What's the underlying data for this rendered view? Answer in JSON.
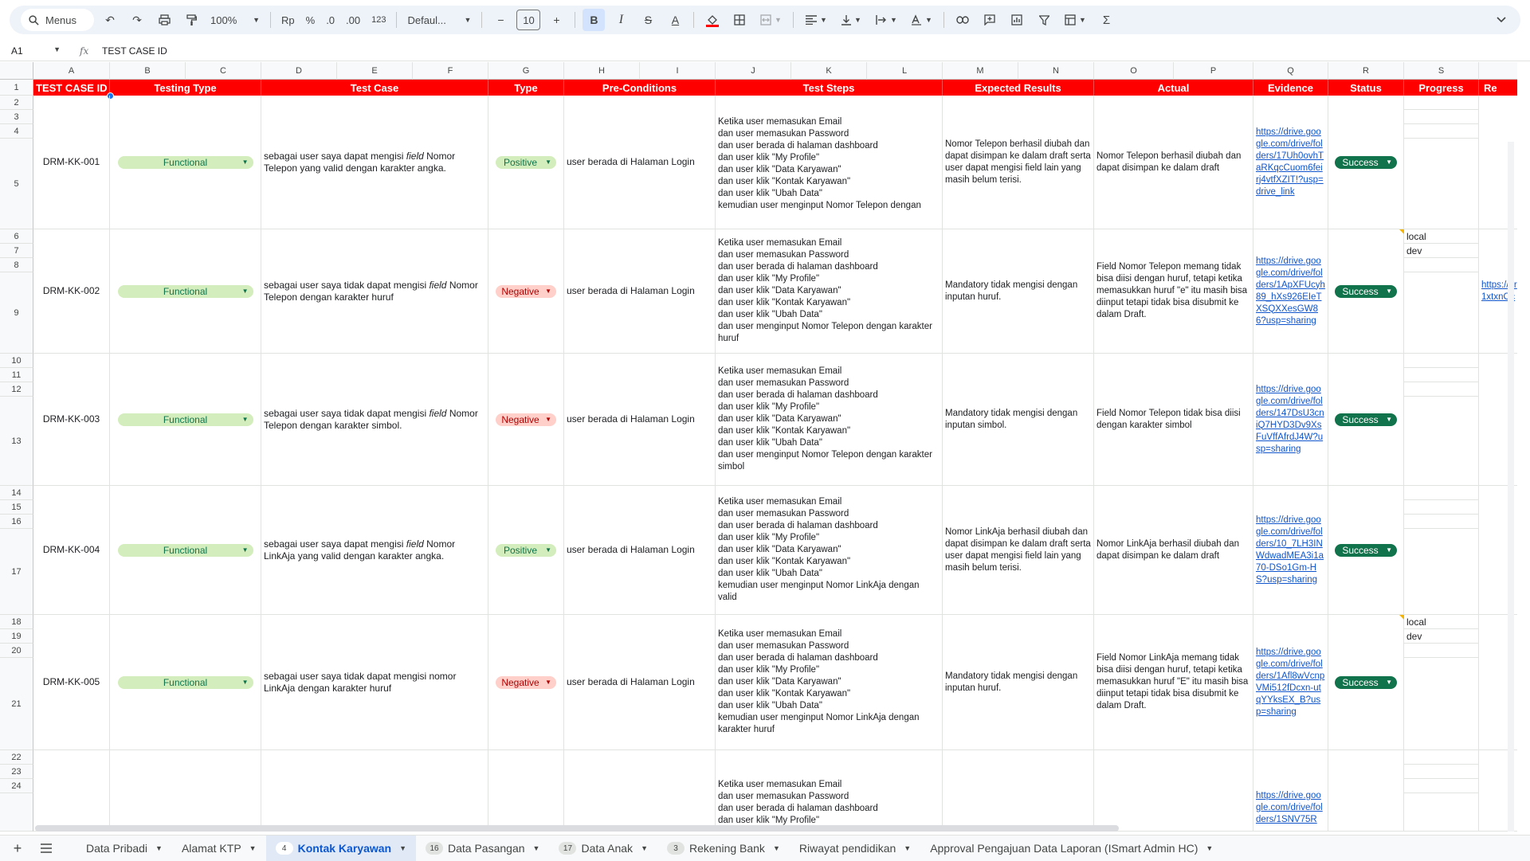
{
  "toolbar": {
    "search_label": "Menus",
    "zoom": "100%",
    "currency": "Rp",
    "percent": "%",
    "dec_decrease": ".0",
    "dec_increase": ".00",
    "number_format": "123",
    "font": "Defaul...",
    "font_size": "10",
    "bold": "B",
    "italic": "I",
    "strike": "S",
    "text_color": "A"
  },
  "formula_bar": {
    "cell_ref": "A1",
    "fx": "fx",
    "content": "TEST CASE ID"
  },
  "columns": [
    "A",
    "B",
    "C",
    "D",
    "E",
    "F",
    "G",
    "H",
    "I",
    "J",
    "K",
    "L",
    "M",
    "N",
    "O",
    "P",
    "Q",
    "R",
    "S"
  ],
  "headers": {
    "test_case_id": "TEST CASE ID",
    "testing_type": "Testing Type",
    "test_case": "Test Case",
    "type": "Type",
    "pre_conditions": "Pre-Conditions",
    "test_steps": "Test Steps",
    "expected": "Expected Results",
    "actual": "Actual",
    "evidence": "Evidence",
    "status": "Status",
    "progress": "Progress",
    "cut": "Re"
  },
  "row_numbers": [
    "1",
    "2",
    "3",
    "4",
    "5",
    "6",
    "7",
    "8",
    "9",
    "10",
    "11",
    "12",
    "13",
    "14",
    "15",
    "16",
    "17",
    "18",
    "19",
    "20",
    "21",
    "22",
    "23",
    "24"
  ],
  "rows": [
    {
      "id": "DRM-KK-001",
      "testing_type": "Functional",
      "test_case_a": "sebagai user saya dapat mengisi ",
      "test_case_em": "field",
      "test_case_b": " Nomor Telepon yang valid dengan karakter angka.",
      "type": "Positive",
      "pre": "user berada di Halaman Login",
      "steps": [
        "Ketika user memasukan Email",
        "dan user memasukan Password",
        "dan user berada di halaman dashboard",
        "dan user klik \"My Profile\"",
        "dan user klik \"Data Karyawan\"",
        "dan user klik \"Kontak Karyawan\"",
        "dan user klik \"Ubah Data\"",
        "kemudian user menginput Nomor Telepon dengan"
      ],
      "expected": "Nomor Telepon berhasil diubah dan dapat disimpan ke dalam draft serta user dapat mengisi field lain yang masih belum terisi.",
      "actual": "Nomor Telepon berhasil diubah dan dapat disimpan ke dalam draft",
      "evidence": "https://drive.google.com/drive/folders/17Uh0ovhTaRKqcCuom6feirj4vtfXZIT!?usp=drive_link",
      "status": "Success"
    },
    {
      "id": "DRM-KK-002",
      "testing_type": "Functional",
      "test_case_a": "sebagai user saya tidak dapat mengisi ",
      "test_case_em": "field",
      "test_case_b": " Nomor Telepon dengan karakter huruf",
      "type": "Negative",
      "pre": "user berada di Halaman Login",
      "steps": [
        "Ketika user memasukan Email",
        "dan user memasukan Password",
        "dan user berada di halaman dashboard",
        "dan user klik \"My Profile\"",
        "dan user klik \"Data Karyawan\"",
        "dan user klik \"Kontak Karyawan\"",
        "dan user klik \"Ubah Data\"",
        "dan user menginput Nomor Telepon dengan karakter huruf"
      ],
      "expected": "Mandatory tidak mengisi dengan inputan huruf.",
      "actual": "Field Nomor Telepon memang tidak bisa diisi dengan huruf, tetapi ketika memasukkan huruf \"e\" itu masih bisa diinput tetapi tidak bisa disubmit ke dalam Draft.",
      "evidence": "https://drive.google.com/drive/folders/1ApXFUcyh89_hXs926EIeTXSQXXesGW86?usp=sharing",
      "status": "Success",
      "progress": [
        "local",
        "dev"
      ],
      "cut_link": "https://dr 1xtxnOc"
    },
    {
      "id": "DRM-KK-003",
      "testing_type": "Functional",
      "test_case_a": "sebagai user saya tidak dapat mengisi ",
      "test_case_em": "field",
      "test_case_b": " Nomor Telepon dengan karakter simbol.",
      "type": "Negative",
      "pre": "user berada di Halaman Login",
      "steps": [
        "Ketika user memasukan Email",
        "dan user memasukan Password",
        "dan user berada di halaman dashboard",
        "dan user klik \"My Profile\"",
        "dan user klik \"Data Karyawan\"",
        "dan user klik \"Kontak Karyawan\"",
        "dan user klik \"Ubah Data\"",
        "dan user menginput Nomor Telepon dengan karakter simbol"
      ],
      "expected": "Mandatory tidak mengisi dengan inputan simbol.",
      "actual": "Field Nomor Telepon tidak bisa diisi dengan karakter simbol",
      "evidence": "https://drive.google.com/drive/folders/147DsU3cniQ7HYD3Dv9XsFuVffAfrdJ4W?usp=sharing",
      "status": "Success"
    },
    {
      "id": "DRM-KK-004",
      "testing_type": "Functional",
      "test_case_a": "sebagai user saya dapat mengisi ",
      "test_case_em": "field",
      "test_case_b": " Nomor LinkAja yang valid dengan karakter angka.",
      "type": "Positive",
      "pre": "user berada di Halaman Login",
      "steps": [
        "Ketika user memasukan Email",
        "dan user memasukan Password",
        "dan user berada di halaman dashboard",
        "dan user klik \"My Profile\"",
        "dan user klik \"Data Karyawan\"",
        "dan user klik \"Kontak Karyawan\"",
        "dan user klik \"Ubah Data\"",
        "kemudian user menginput Nomor LinkAja dengan valid"
      ],
      "expected": "Nomor LinkAja berhasil diubah dan dapat disimpan ke dalam draft serta user dapat mengisi field lain yang masih belum terisi.",
      "actual": "Nomor LinkAja berhasil diubah dan dapat disimpan ke dalam draft",
      "evidence": "https://drive.google.com/drive/folders/10_7LH3INWdwadMEA3i1a70-DSo1Gm-HS?usp=sharing",
      "status": "Success"
    },
    {
      "id": "DRM-KK-005",
      "testing_type": "Functional",
      "test_case_a": "sebagai user saya tidak dapat mengisi nomor LinkAja dengan karakter huruf",
      "test_case_em": "",
      "test_case_b": "",
      "type": "Negative",
      "pre": "user berada di Halaman Login",
      "steps": [
        "Ketika user memasukan Email",
        "dan user memasukan Password",
        "dan user berada di halaman dashboard",
        "dan user klik \"My Profile\"",
        "dan user klik \"Data Karyawan\"",
        "dan user klik \"Kontak Karyawan\"",
        "dan user klik \"Ubah Data\"",
        "kemudian user menginput Nomor LinkAja dengan karakter huruf"
      ],
      "expected": "Mandatory tidak mengisi dengan inputan huruf.",
      "actual": "Field Nomor LinkAja memang tidak bisa diisi dengan huruf, tetapi ketika memasukkan huruf \"E\" itu masih bisa diinput tetapi tidak bisa disubmit ke dalam Draft.",
      "evidence": "https://drive.google.com/drive/folders/1Afl8wVcnpVMi512fDcxn-utqYYksEX_B?usp=sharing",
      "status": "Success",
      "progress": [
        "local",
        "dev"
      ]
    },
    {
      "steps": [
        "Ketika user memasukan Email",
        "dan user memasukan Password",
        "dan user berada di halaman dashboard",
        "dan user klik \"My Profile\""
      ],
      "evidence": "https://drive.google.com/drive/folders/1SNV75R"
    }
  ],
  "tabs": [
    {
      "label": "Data Pribadi",
      "badge": ""
    },
    {
      "label": "Alamat KTP",
      "badge": ""
    },
    {
      "label": "Kontak Karyawan",
      "badge": "4",
      "active": true
    },
    {
      "label": "Data Pasangan",
      "badge": "16"
    },
    {
      "label": "Data Anak",
      "badge": "17"
    },
    {
      "label": "Rekening Bank",
      "badge": "3"
    },
    {
      "label": "Riwayat pendidikan",
      "badge": ""
    },
    {
      "label": "Approval Pengajuan Data Laporan (ISmart Admin HC)",
      "badge": ""
    }
  ]
}
